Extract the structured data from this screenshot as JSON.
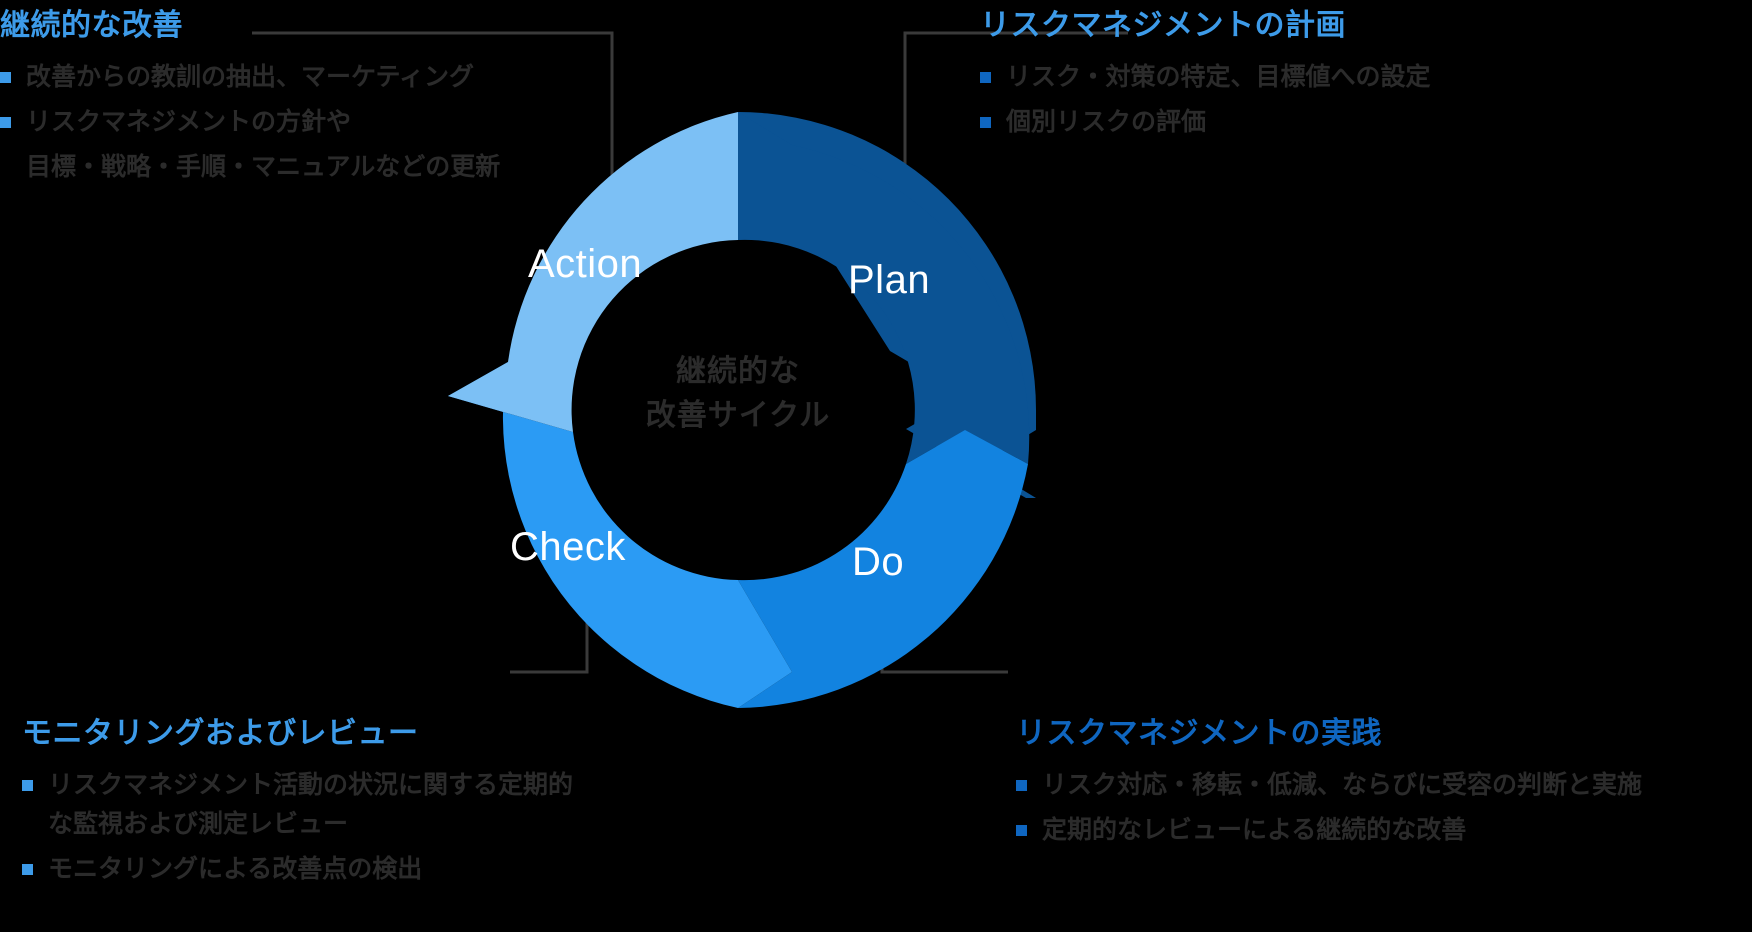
{
  "diagram": {
    "type": "pdca-cycle-donut",
    "center_label": {
      "line1": "継続的な",
      "line2": "改善サイクル"
    },
    "segments": [
      {
        "key": "plan",
        "label": "Plan",
        "color": "#0b5394",
        "position": "top-right"
      },
      {
        "key": "do",
        "label": "Do",
        "color": "#1283e0",
        "position": "bottom-right"
      },
      {
        "key": "check",
        "label": "Check",
        "color": "#2b9bf4",
        "position": "bottom-left"
      },
      {
        "key": "action",
        "label": "Action",
        "color": "#7cc0f5",
        "position": "top-left"
      }
    ]
  },
  "callouts": {
    "top_left": {
      "title": "継続的な改善",
      "items": [
        "改善からの教訓の抽出、マーケティング",
        "リスクマネジメントの方針や",
        "目標・戦略・手順・マニュアルなどの更新"
      ]
    },
    "top_right": {
      "title": "リスクマネジメントの計画",
      "items": [
        "リスク・対策の特定、目標値への設定",
        "個別リスクの評価"
      ]
    },
    "bottom_left": {
      "title": "モニタリングおよびレビュー",
      "items": [
        "リスクマネジメント活動の状況に関する定期的な監視および測定レビュー",
        "モニタリングによる改善点の検出"
      ]
    },
    "bottom_right": {
      "title": "リスクマネジメントの実践",
      "items": [
        "リスク対応・移転・低減、ならびに受容の判断と実施",
        "定期的なレビューによる継続的な改善"
      ]
    }
  },
  "colors": {
    "background": "#000000",
    "accent_light": "#3d9be9",
    "accent_deep": "#0f66c0",
    "body_text": "#2b2b2b",
    "leader_line": "#3a3a3a",
    "segment_label": "#ffffff"
  }
}
